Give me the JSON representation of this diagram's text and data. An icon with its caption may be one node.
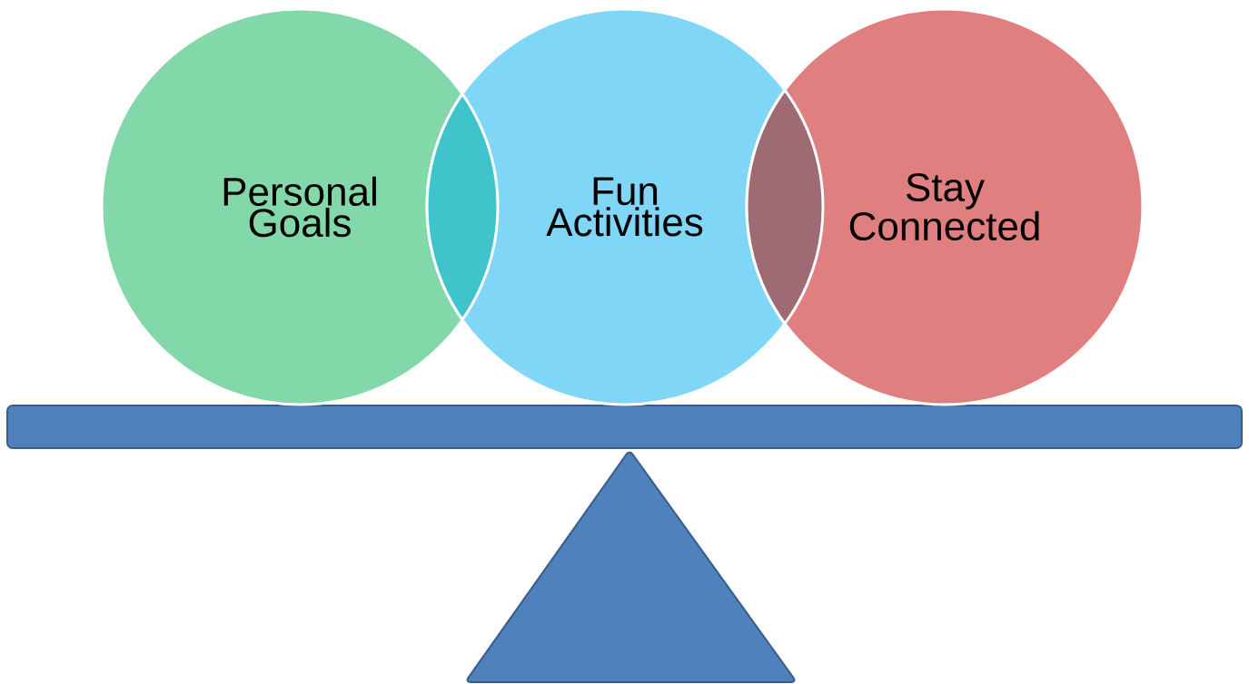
{
  "diagram": {
    "nodes": [
      {
        "text": [
          "Personal Goals"
        ]
      },
      {
        "text": [
          "Fun Activities"
        ]
      },
      {
        "text": [
          "Stay Connected"
        ]
      }
    ]
  }
}
